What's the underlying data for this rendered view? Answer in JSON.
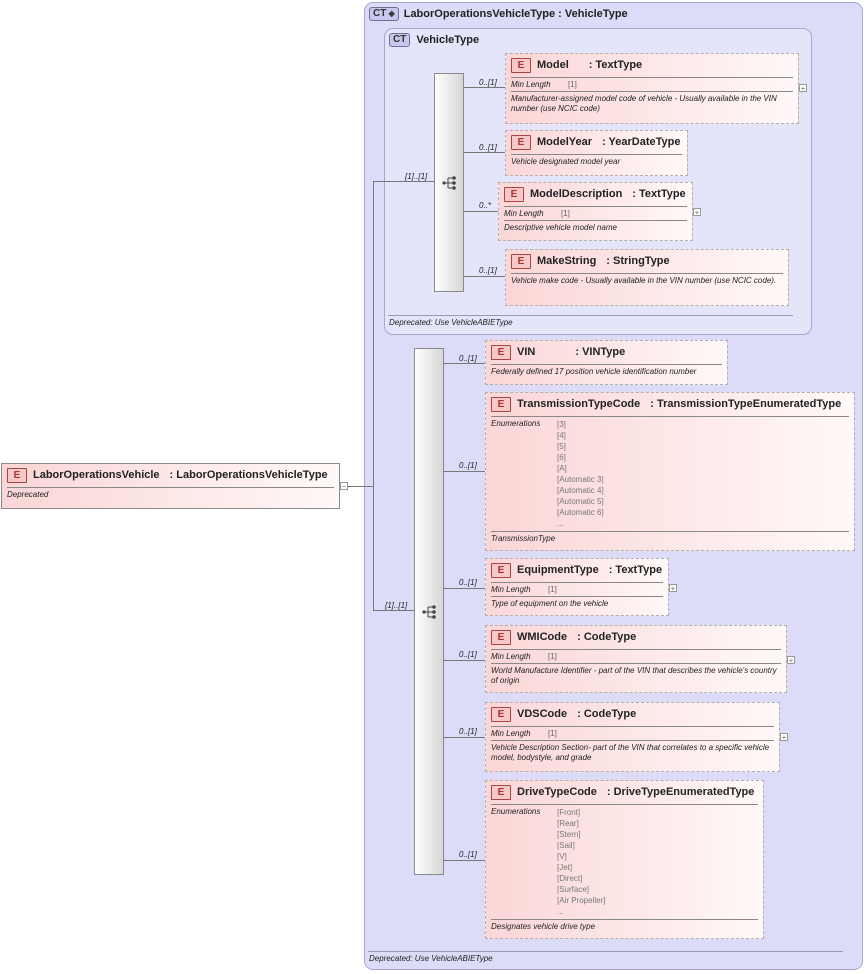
{
  "outer": {
    "badge": "CT",
    "title": "LaborOperationsVehicleType : VehicleType",
    "footer": "Deprecated: Use VehicleABIEType"
  },
  "inner": {
    "badge": "CT",
    "title": "VehicleType",
    "footer": "Deprecated: Use VehicleABIEType"
  },
  "root": {
    "badge": "E",
    "name": "LaborOperationsVehicle",
    "type": ": LaborOperationsVehicleType",
    "doc": "Deprecated"
  },
  "labels": {
    "min_length": "Min Length",
    "enumerations": "Enumerations"
  },
  "seq1": {
    "card": "[1]..[1]"
  },
  "seq2": {
    "card": "[1]..[1]"
  },
  "elements": {
    "model": {
      "badge": "E",
      "name": "Model",
      "type": ": TextType",
      "card": "0..[1]",
      "min_length": "[1]",
      "doc": "Manufacturer-assigned model code of vehicle - Usually available in the VIN number (use NCIC code)"
    },
    "model_year": {
      "badge": "E",
      "name": "ModelYear",
      "type": ": YearDateType",
      "card": "0..[1]",
      "doc": "Vehicle designated model year"
    },
    "model_description": {
      "badge": "E",
      "name": "ModelDescription",
      "type": ": TextType",
      "card": "0..*",
      "min_length": "[1]",
      "doc": "Descriptive vehicle model name"
    },
    "make_string": {
      "badge": "E",
      "name": "MakeString",
      "type": ": StringType",
      "card": "0..[1]",
      "doc": "Vehicle make code - Usually available in the VIN number (use NCIC code)."
    },
    "vin": {
      "badge": "E",
      "name": "VIN",
      "type": ": VINType",
      "card": "0..[1]",
      "doc": "Federally defined 17 position vehicle identification number"
    },
    "transmission": {
      "badge": "E",
      "name": "TransmissionTypeCode",
      "type": ": TransmissionTypeEnumeratedType",
      "card": "0..[1]",
      "enums": [
        "[3]",
        "[4]",
        "[5]",
        "[6]",
        "[A]",
        "[Automatic 3]",
        "[Automatic 4]",
        "[Automatic 5]",
        "[Automatic 6]",
        "..."
      ],
      "doc": "TransmissionType"
    },
    "equipment": {
      "badge": "E",
      "name": "EquipmentType",
      "type": ": TextType",
      "card": "0..[1]",
      "min_length": "[1]",
      "doc": "Type of equipment on the vehicle"
    },
    "wmi": {
      "badge": "E",
      "name": "WMICode",
      "type": ": CodeType",
      "card": "0..[1]",
      "min_length": "[1]",
      "doc": "World Manufacture Identifier - part of the VIN that describes the vehicle's country of origin"
    },
    "vds": {
      "badge": "E",
      "name": "VDSCode",
      "type": ": CodeType",
      "card": "0..[1]",
      "min_length": "[1]",
      "doc": "Vehicle Description Section- part of the VIN that correlates to a specific vehicle model, bodystyle, and grade"
    },
    "drive": {
      "badge": "E",
      "name": "DriveTypeCode",
      "type": ": DriveTypeEnumeratedType",
      "card": "0..[1]",
      "enums": [
        "[Front]",
        "[Rear]",
        "[Stern]",
        "[Sail]",
        "[V]",
        "[Jet]",
        "[Direct]",
        "[Surface]",
        "[Air Propeller]",
        "..."
      ],
      "doc": "Designates vehicle drive type"
    }
  }
}
